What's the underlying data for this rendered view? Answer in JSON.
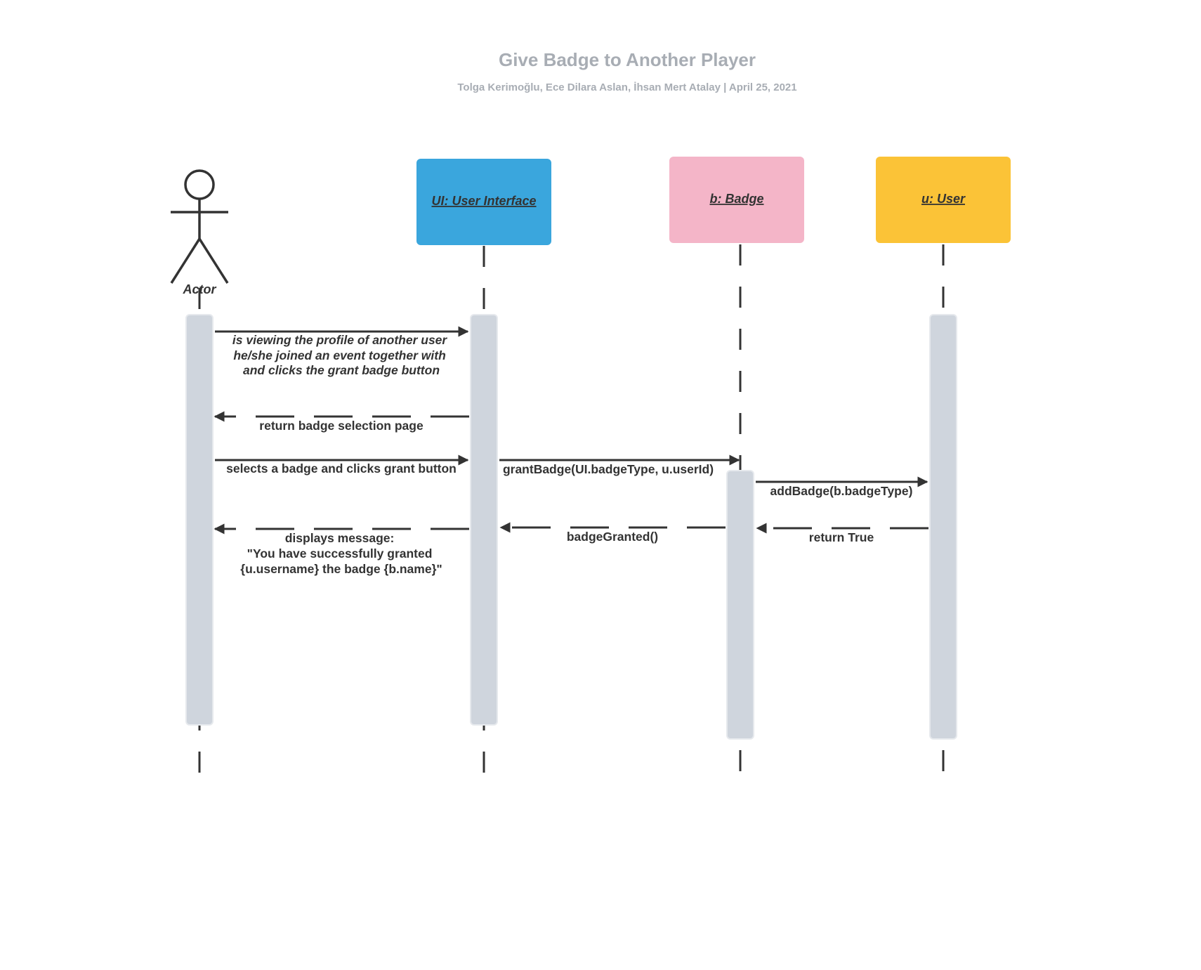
{
  "title": "Give Badge to Another Player",
  "subtitle": "Tolga Kerimoğlu, Ece Dilara Aslan, İhsan Mert Atalay  |  April 25, 2021",
  "colors": {
    "ui_box": "#3aa6dd",
    "badge_box": "#f4b5c8",
    "user_box": "#fbc337",
    "activation": "#cfd5dd",
    "line": "#333333",
    "title": "#a8adb4"
  },
  "actor": {
    "label": "Actor",
    "icon": "stick-figure-icon"
  },
  "objects": [
    {
      "id": "ui",
      "label": "UI: User Interface"
    },
    {
      "id": "badge",
      "label": "b: Badge"
    },
    {
      "id": "user",
      "label": "u: User"
    }
  ],
  "messages": [
    {
      "id": "m1",
      "style": "solid",
      "italic": true,
      "lines": [
        "is viewing the profile of another user",
        "he/she joined an event together with",
        "and clicks the grant badge button"
      ]
    },
    {
      "id": "m2",
      "style": "dashed",
      "italic": false,
      "lines": [
        "return badge selection page"
      ]
    },
    {
      "id": "m3",
      "style": "solid",
      "italic": false,
      "lines": [
        "selects a badge and clicks grant button"
      ]
    },
    {
      "id": "m4",
      "style": "solid",
      "italic": false,
      "lines": [
        "grantBadge(UI.badgeType, u.userId)"
      ]
    },
    {
      "id": "m5",
      "style": "solid",
      "italic": false,
      "lines": [
        "addBadge(b.badgeType)"
      ]
    },
    {
      "id": "m6",
      "style": "dashed",
      "italic": false,
      "lines": [
        "return True"
      ]
    },
    {
      "id": "m7",
      "style": "dashed",
      "italic": false,
      "lines": [
        "badgeGranted()"
      ]
    },
    {
      "id": "m8",
      "style": "dashed",
      "italic": false,
      "lines": [
        "displays message:",
        "\"You have successfully granted",
        "{u.username} the badge {b.name}\""
      ]
    }
  ]
}
